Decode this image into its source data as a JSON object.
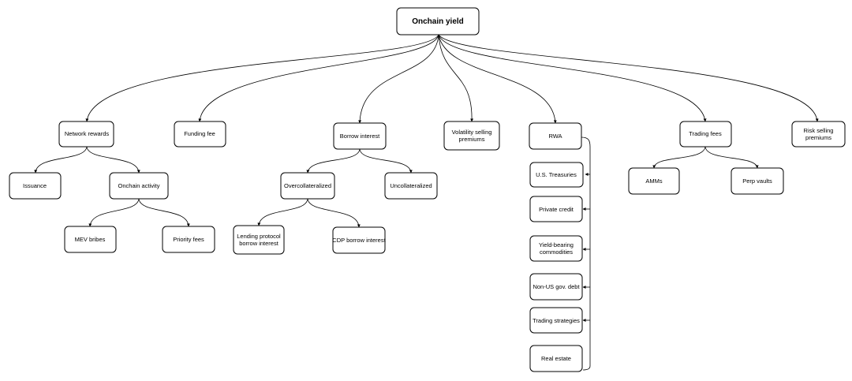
{
  "diagram": {
    "root": "Onchain yield",
    "nodes": {
      "network_rewards": "Network rewards",
      "funding_fee": "Funding fee",
      "borrow_interest": "Borrow interest",
      "volatility_selling": "Volatility selling premiums",
      "rwa": "RWA",
      "trading_fees": "Trading fees",
      "risk_selling": "Risk selling premiums",
      "issuance": "Issuance",
      "onchain_activity": "Onchain activity",
      "mev_bribes": "MEV bribes",
      "priority_fees": "Priority fees",
      "overcollateralized": "Overcollateralized",
      "uncollateralized": "Uncollateralized",
      "lending_protocol": "Lending protocol borrow interest",
      "cdp_borrow": "CDP borrow interest",
      "us_treasuries": "U.S. Treasuries",
      "private_credit": "Private credit",
      "yield_commodities": "Yield-bearing commodities",
      "non_us_debt": "Non-US gov. debt",
      "trading_strategies": "Trading strategies",
      "real_estate": "Real estate",
      "amms": "AMMs",
      "perp_vaults": "Perp vaults"
    }
  }
}
